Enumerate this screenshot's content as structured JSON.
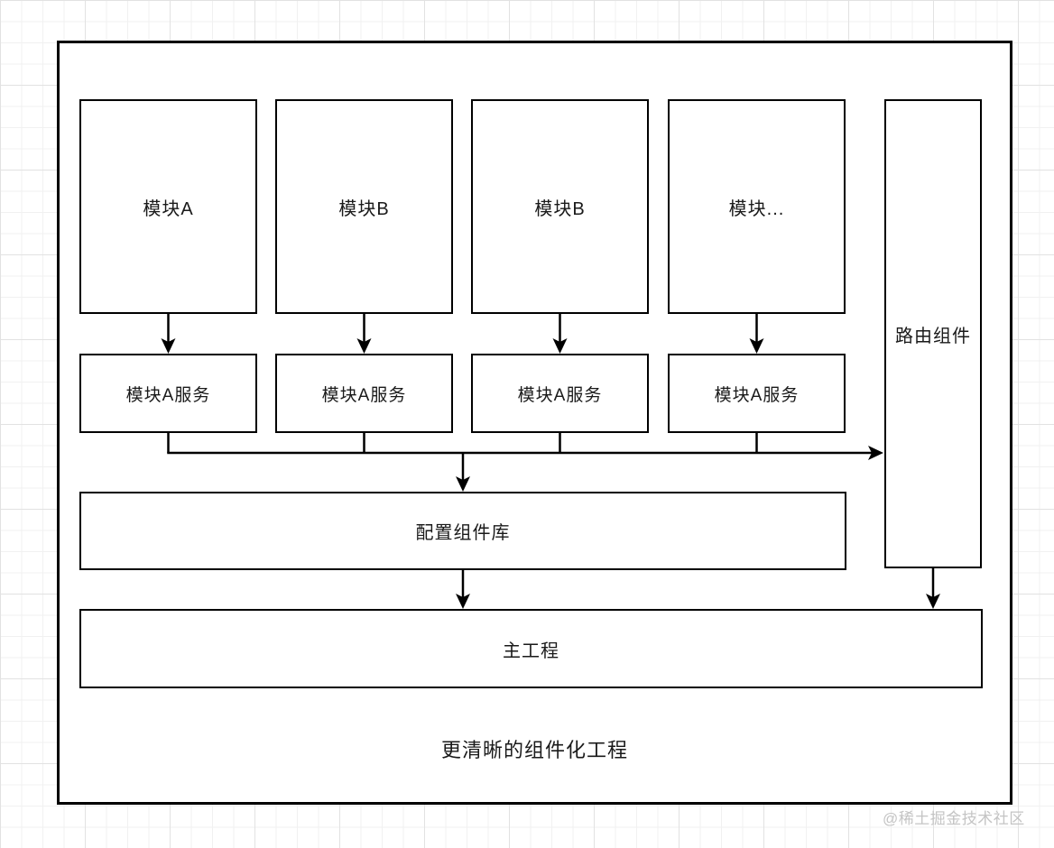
{
  "diagram": {
    "top_modules": [
      {
        "label": "模块A"
      },
      {
        "label": "模块B"
      },
      {
        "label": "模块B"
      },
      {
        "label": "模块..."
      }
    ],
    "service_modules": [
      {
        "label": "模块A服务"
      },
      {
        "label": "模块A服务"
      },
      {
        "label": "模块A服务"
      },
      {
        "label": "模块A服务"
      }
    ],
    "router": {
      "label": "路由组件"
    },
    "component_library": {
      "label": "配置组件库"
    },
    "main_project": {
      "label": "主工程"
    },
    "caption": "更清晰的组件化工程",
    "watermark": "@稀土掘金技术社区",
    "colors": {
      "stroke": "#000000",
      "box_fill": "#ffffff",
      "grid_minor": "#f1f1f1",
      "grid_major": "#e2e2e2",
      "watermark_text": "#c4c4c4"
    }
  }
}
